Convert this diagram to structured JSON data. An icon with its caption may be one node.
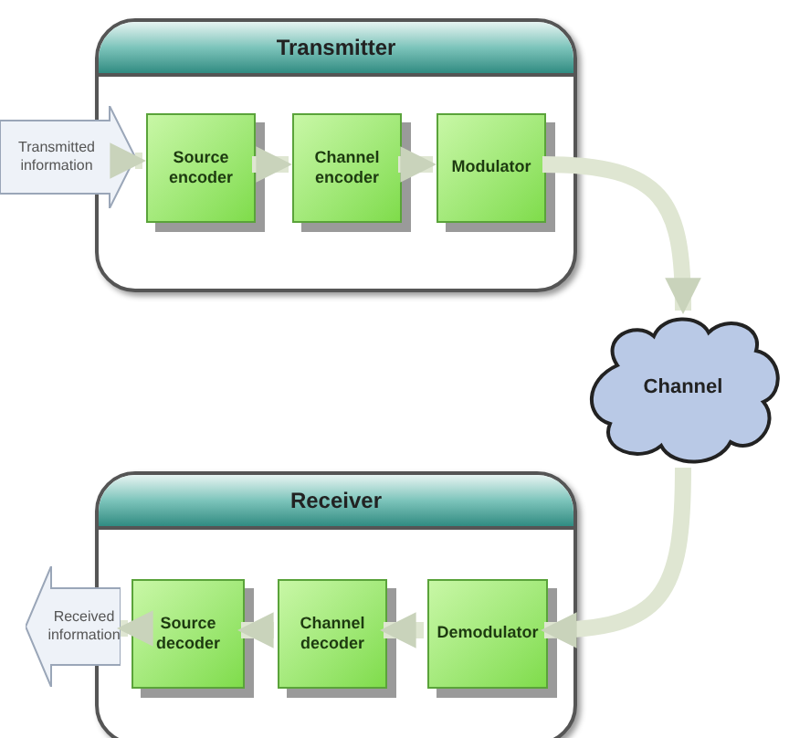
{
  "diagram": {
    "nodes": [
      {
        "text": [
          "Transmitter"
        ]
      },
      {
        "text": [
          "Transmitted information"
        ]
      },
      {
        "text": [
          "Source encoder"
        ],
        "in": 0
      },
      {
        "text": [
          "Channel encoder"
        ],
        "in": 0
      },
      {
        "text": [
          "Modulator"
        ],
        "in": 0
      },
      {
        "text": [
          "Channel"
        ]
      },
      {
        "text": [
          "Receiver"
        ]
      },
      {
        "text": [
          "Source decoder"
        ],
        "in": 6
      },
      {
        "text": [
          "Channel decoder"
        ],
        "in": 6
      },
      {
        "text": [
          "Demodulator"
        ],
        "in": 6
      },
      {
        "text": [
          "Received information"
        ]
      }
    ],
    "edges": [
      {
        "from": 1,
        "to": 2,
        "arrow": "to"
      },
      {
        "from": 2,
        "to": 3,
        "arrow": "to"
      },
      {
        "from": 3,
        "to": 4,
        "arrow": "to"
      },
      {
        "from": 4,
        "to": 5,
        "arrow": "to"
      },
      {
        "from": 5,
        "to": 9,
        "arrow": "to"
      },
      {
        "from": 9,
        "to": 8,
        "arrow": "to"
      },
      {
        "from": 8,
        "to": 7,
        "arrow": "to"
      },
      {
        "from": 7,
        "to": 10,
        "arrow": "to"
      }
    ]
  }
}
